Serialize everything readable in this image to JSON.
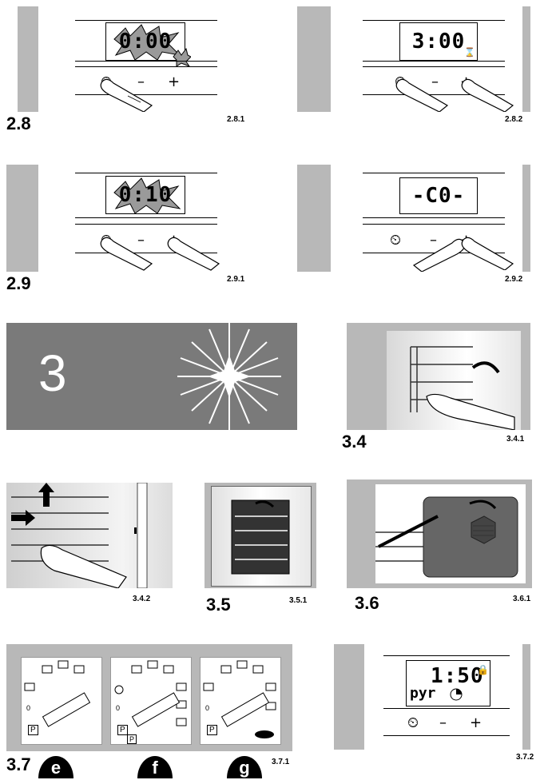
{
  "figures": [
    {
      "id": "2.8.1",
      "display": "0:00"
    },
    {
      "id": "2.8.2",
      "display": "3:00"
    },
    {
      "id": "2.9.1",
      "display": "0:10"
    },
    {
      "id": "2.9.2",
      "display": "-C0-"
    },
    {
      "id": "3.4.1"
    },
    {
      "id": "3.4.2"
    },
    {
      "id": "3.5.1"
    },
    {
      "id": "3.6.1"
    },
    {
      "id": "3.7.1"
    },
    {
      "id": "3.7.2",
      "display": "1:50",
      "sub": "pyr"
    }
  ],
  "sections": {
    "s28": "2.8",
    "s29": "2.9",
    "s34": "3.4",
    "s35": "3.5",
    "s36": "3.6",
    "s37": "3.7"
  },
  "chapter": {
    "number": "3"
  },
  "panel_letters": [
    "e",
    "f",
    "g"
  ],
  "controls": {
    "clock": "⏲",
    "minus": "–",
    "plus": "+"
  },
  "mode_labels": {
    "zero": "0",
    "p": "P",
    "p_alt": "P"
  }
}
